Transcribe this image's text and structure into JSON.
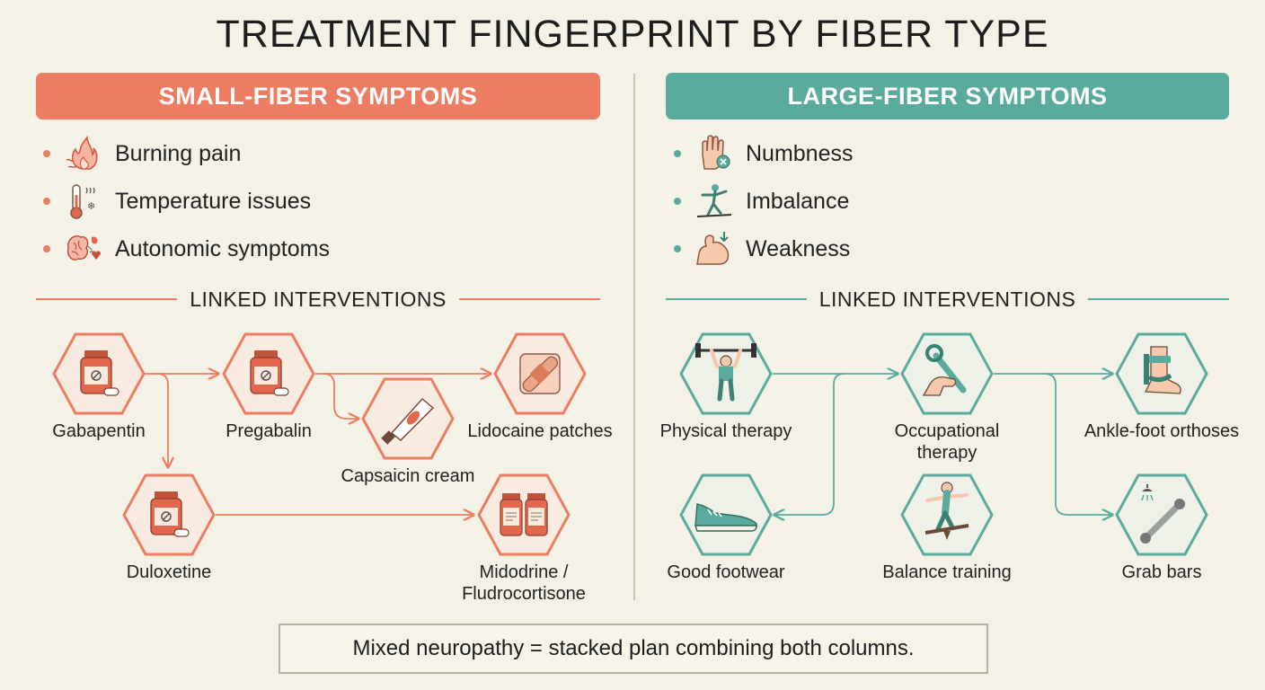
{
  "title": "TREATMENT FINGERPRINT BY FIBER TYPE",
  "colors": {
    "small": "#ec7d62",
    "large": "#5aab9e",
    "background": "#f4f1e6"
  },
  "small_fiber": {
    "heading": "SMALL-FIBER SYMPTOMS",
    "symptoms": [
      {
        "label": "Burning pain",
        "icon": "flame-nerve-icon"
      },
      {
        "label": "Temperature issues",
        "icon": "thermometer-icon"
      },
      {
        "label": "Autonomic symptoms",
        "icon": "organs-icon"
      }
    ],
    "section_label": "LINKED INTERVENTIONS",
    "interventions": [
      {
        "label": "Gabapentin",
        "icon": "pill-bottle-icon"
      },
      {
        "label": "Pregabalin",
        "icon": "pill-bottle-icon"
      },
      {
        "label": "Capsaicin cream",
        "icon": "cream-tube-icon"
      },
      {
        "label": "Lidocaine patches",
        "icon": "bandage-patch-icon"
      },
      {
        "label": "Duloxetine",
        "icon": "pill-bottle-icon"
      },
      {
        "label": "Midodrine / Fludrocortisone",
        "icon": "medicine-bottles-icon"
      }
    ]
  },
  "large_fiber": {
    "heading": "LARGE-FIBER SYMPTOMS",
    "symptoms": [
      {
        "label": "Numbness",
        "icon": "hand-numb-icon"
      },
      {
        "label": "Imbalance",
        "icon": "balance-walker-icon"
      },
      {
        "label": "Weakness",
        "icon": "arm-muscle-icon"
      }
    ],
    "section_label": "LINKED INTERVENTIONS",
    "interventions": [
      {
        "label": "Physical therapy",
        "icon": "weightlifter-icon"
      },
      {
        "label": "Occupational therapy",
        "icon": "wrench-hand-icon"
      },
      {
        "label": "Ankle-foot orthoses",
        "icon": "ankle-brace-icon"
      },
      {
        "label": "Good footwear",
        "icon": "sneaker-icon"
      },
      {
        "label": "Balance training",
        "icon": "balance-board-icon"
      },
      {
        "label": "Grab bars",
        "icon": "grab-bar-icon"
      }
    ]
  },
  "footer": "Mixed neuropathy = stacked plan combining both columns."
}
